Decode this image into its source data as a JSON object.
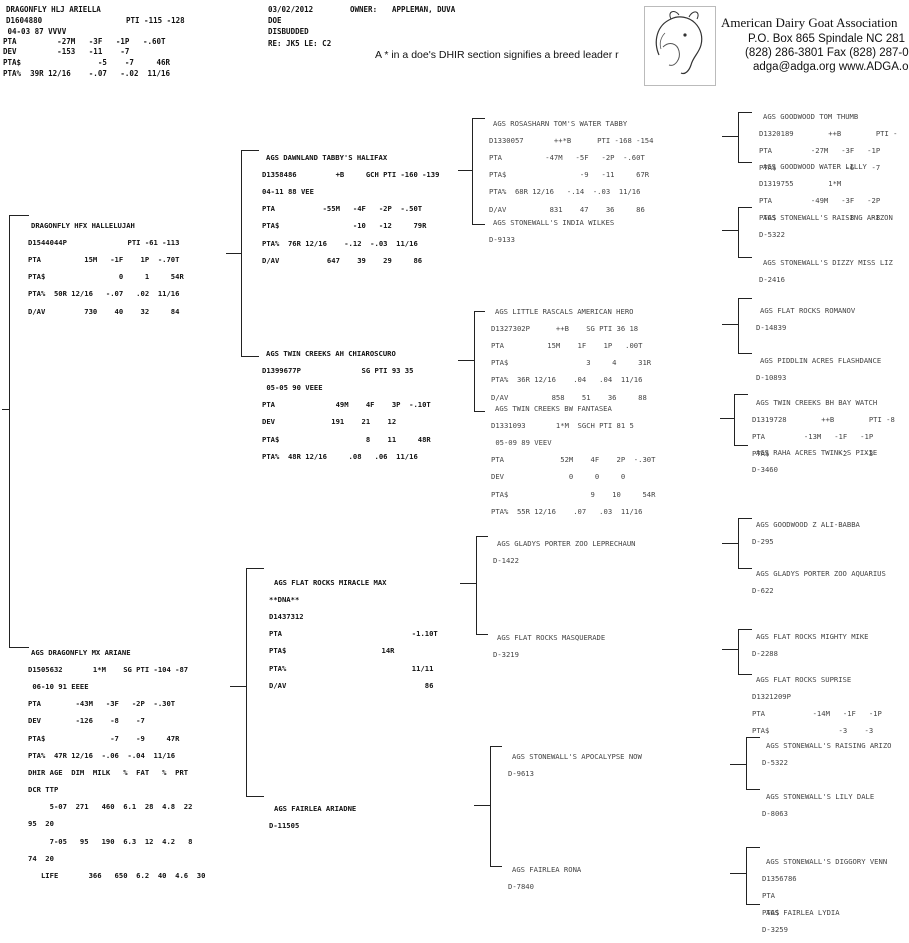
{
  "header": {
    "left": {
      "name": "DRAGONFLY HLJ ARIELLA",
      "reg": "D1604880",
      "pti": "PTI -115 -128",
      "dob": " 04-03 87 VVVV",
      "pta": "PTA         -27M   -3F   -1P   -.60T",
      "dev": "DEV         -153   -11    -7",
      "ptad": "PTA$                 -5    -7     46R",
      "ptap": "PTA%  39R 12/16    -.07   -.02  11/16"
    },
    "mid": {
      "date": "03/02/2012",
      "owner_label": "OWNER:",
      "owner": "APPLEMAN, DUVA",
      "sex": "DOE",
      "status": "DISBUDDED",
      "re": "RE: JK5 LE: C2"
    },
    "note": "A * in a doe's  DHIR section  signifies a breed leader r",
    "assoc": {
      "name": "American Dairy Goat Association",
      "line1": "P.O. Box 865    Spindale NC 281",
      "line2": "(828) 286-3801   Fax (828) 287-0",
      "line3": "adga@adga.org   www.ADGA.o"
    }
  },
  "gen1": {
    "sire": [
      "DRAGONFLY HFX HALLELUJAH",
      "D1544044P              PTI -61 -113",
      "PTA          15M   -1F    1P  -.70T",
      "PTA$                 0     1     54R",
      "PTA%  50R 12/16   -.07   .02  11/16",
      "D/AV         730    40    32     84"
    ],
    "dam": [
      "AGS DRAGONFLY MX ARIANE",
      "D1505632       1*M    SG PTI -104 -87",
      " 06-10 91 EEEE",
      "PTA        -43M   -3F   -2P  -.30T",
      "DEV        -126    -8    -7",
      "PTA$               -7    -9     47R",
      "PTA%  47R 12/16  -.06  -.04  11/16",
      "DHIR AGE  DIM  MILK   %  FAT   %  PRT",
      "DCR TTP",
      "     5-07  271   460  6.1  28  4.8  22",
      "95  20",
      "     7-05   95   190  6.3  12  4.2   8",
      "74  20",
      "   LIFE       366   650  6.2  40  4.6  30"
    ]
  },
  "gen2": {
    "ss": [
      "AGS DAWNLAND TABBY'S HALIFAX",
      "D1358486         +B     GCH PTI -160 -139",
      "04-11 88 VEE",
      "PTA           -55M   -4F   -2P  -.50T",
      "PTA$                 -10   -12     79R",
      "PTA%  76R 12/16    -.12  -.03  11/16",
      "D/AV           647    39    29     86"
    ],
    "sd": [
      "AGS TWIN CREEKS AH CHIAROSCURO",
      "D1399677P              SG PTI 93 35",
      " 05-05 90 VEEE",
      "PTA              49M    4F    3P  -.10T",
      "DEV             191    21    12",
      "PTA$                    8    11     48R",
      "PTA%  48R 12/16     .08   .06  11/16"
    ],
    "ds": [
      "AGS FLAT ROCKS MIRACLE MAX",
      "**DNA**",
      "D1437312",
      "PTA                              -1.10T",
      "PTA$                      14R",
      "PTA%                             11/11",
      "D/AV                                86"
    ],
    "dd": [
      "AGS FAIRLEA ARIADNE",
      "D-11505"
    ]
  },
  "gen3": [
    [
      "AGS ROSASHARN TOM'S WATER TABBY",
      "D1330057       ++*B      PTI -168 -154",
      "PTA          -47M   -5F   -2P  -.60T",
      "PTA$                 -9   -11     67R",
      "PTA%  68R 12/16   -.14  -.03  11/16",
      "D/AV          831    47    36     86"
    ],
    [
      "AGS STONEWALL'S INDIA WILKES",
      "D-9133"
    ],
    [
      "AGS LITTLE RASCALS AMERICAN HERO",
      "D1327302P      ++B    SG PTI 36 18",
      "PTA          15M    1F    1P   .00T",
      "PTA$                  3     4     31R",
      "PTA%  36R 12/16    .04   .04  11/16",
      "D/AV          858    51    36     88"
    ],
    [
      "AGS TWIN CREEKS BW FANTASEA",
      "D1331093       1*M  SGCH PTI 81 5",
      " 05-09 89 VEEV",
      "PTA             52M    4F    2P  -.30T",
      "DEV               0     0     0",
      "PTA$                   9    10     54R",
      "PTA%  55R 12/16    .07   .03  11/16"
    ],
    [
      "AGS GLADYS PORTER ZOO LEPRECHAUN",
      "D-1422"
    ],
    [
      "AGS FLAT ROCKS MASQUERADE",
      "D-3219"
    ],
    [
      "AGS STONEWALL'S APOCALYPSE NOW",
      "D-9613"
    ],
    [
      "AGS FAIRLEA RONA",
      "D-7840"
    ]
  ],
  "gen4": [
    [
      "AGS GOODWOOD TOM THUMB",
      "D1320189        ++B        PTI -",
      "PTA         -27M   -3F   -1P",
      "PTA$                -6    -7"
    ],
    [
      "AGS GOODWOOD WATER LILLY",
      "D1319755        1*M",
      "PTA         -49M   -3F   -2P",
      "PTA$                -8    -8"
    ],
    [
      "AGS STONEWALL'S RAISING ARIZON",
      "D-5322"
    ],
    [
      "AGS STONEWALL'S DIZZY MISS LIZ",
      "D-2416"
    ],
    [
      "AGS FLAT ROCKS ROMANOV",
      "D-14839"
    ],
    [
      "AGS PIDDLIN ACRES FLASHDANCE",
      "D-10893"
    ],
    [
      "AGS TWIN CREEKS BH BAY WATCH",
      "D1319728        ++B        PTI -8",
      "PTA         -13M   -1F   -1P",
      "PTA$                -2    -3"
    ],
    [
      "AGS RAHA ACRES TWINK'S PIXIE",
      "D-3460"
    ],
    [
      "AGS GOODWOOD Z ALI-BABBA",
      "D-295"
    ],
    [
      "AGS GLADYS PORTER ZOO AQUARIUS",
      "D-622"
    ],
    [
      "AGS FLAT ROCKS MIGHTY MIKE",
      "D-2288"
    ],
    [
      "AGS FLAT ROCKS SUPRISE",
      "D1321209P",
      "PTA           -14M   -1F   -1P",
      "PTA$                -3    -3"
    ],
    [
      "AGS STONEWALL'S RAISING ARIZO",
      "D-5322"
    ],
    [
      "AGS STONEWALL'S LILY DALE",
      "D-8063"
    ],
    [
      "AGS STONEWALL'S DIGGORY VENN",
      "D1356786",
      "PTA",
      "PTA$"
    ],
    [
      "AGS FAIRLEA LYDIA",
      "D-3259"
    ]
  ]
}
